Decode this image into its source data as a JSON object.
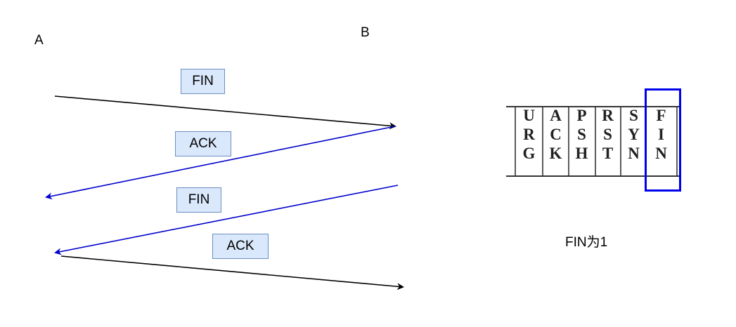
{
  "nodes": {
    "a": "A",
    "b": "B"
  },
  "messages": [
    {
      "label": "FIN",
      "color": "#000000"
    },
    {
      "label": "ACK",
      "color": "#0000cc"
    },
    {
      "label": "FIN",
      "color": "#0000cc"
    },
    {
      "label": "ACK",
      "color": "#000000"
    }
  ],
  "flags": [
    {
      "letters": [
        "U",
        "R",
        "G"
      ]
    },
    {
      "letters": [
        "A",
        "C",
        "K"
      ]
    },
    {
      "letters": [
        "P",
        "S",
        "H"
      ]
    },
    {
      "letters": [
        "R",
        "S",
        "T"
      ]
    },
    {
      "letters": [
        "S",
        "Y",
        "N"
      ]
    },
    {
      "letters": [
        "F",
        "I",
        "N"
      ],
      "highlighted": true
    }
  ],
  "highlight_color": "#0000ee",
  "caption": "FIN为1"
}
